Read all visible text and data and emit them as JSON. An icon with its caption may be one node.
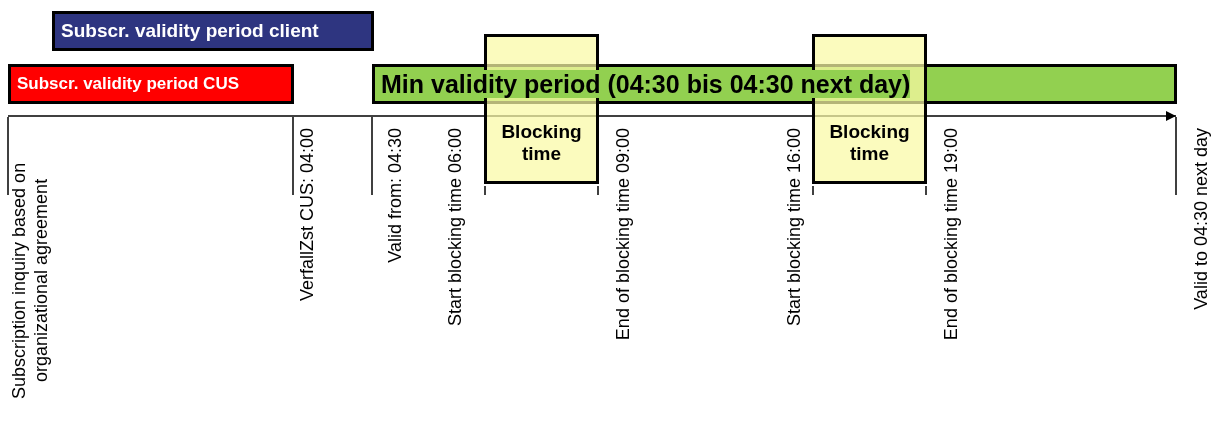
{
  "diagram": {
    "nodes": [
      {
        "text": [
          "Subscr. validity period client"
        ]
      },
      {
        "text": [
          "Subscr. validity period CUS"
        ]
      },
      {
        "text": [
          "Min validity period (04:30 bis 04:30 next day)"
        ]
      },
      {
        "text": [
          "Blocking time"
        ]
      },
      {
        "text": [
          "Blocking time"
        ]
      }
    ],
    "labels": [
      "Subscription inquiry based on organizational agreement",
      "VerfallZst CUS: 04:00",
      "Valid from: 04:30",
      "Start blocking time 06:00",
      "End of blocking time 09:00",
      "Start blocking time 16:00",
      "End of blocking time 19:00",
      "Valid to 04:30 next day"
    ]
  }
}
